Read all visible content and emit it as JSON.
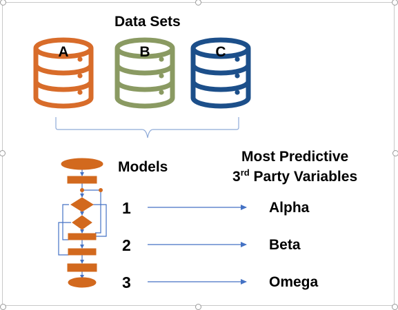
{
  "title": "Data Sets",
  "datasets": [
    {
      "label": "A",
      "color": "#d86c2a"
    },
    {
      "label": "B",
      "color": "#8a9a62"
    },
    {
      "label": "C",
      "color": "#1c4f8a"
    }
  ],
  "models_label": "Models",
  "right_header": {
    "line1": "Most Predictive",
    "line2_prefix": "3",
    "line2_sup": "rd",
    "line2_rest": " Party Variables"
  },
  "rows": [
    {
      "number": "1",
      "variable": "Alpha"
    },
    {
      "number": "2",
      "variable": "Beta"
    },
    {
      "number": "3",
      "variable": "Omega"
    }
  ],
  "colors": {
    "flowchart": "#d2691e",
    "flow_lines": "#4472c4",
    "arrows": "#4472c4",
    "brace": "#8eaad8"
  }
}
